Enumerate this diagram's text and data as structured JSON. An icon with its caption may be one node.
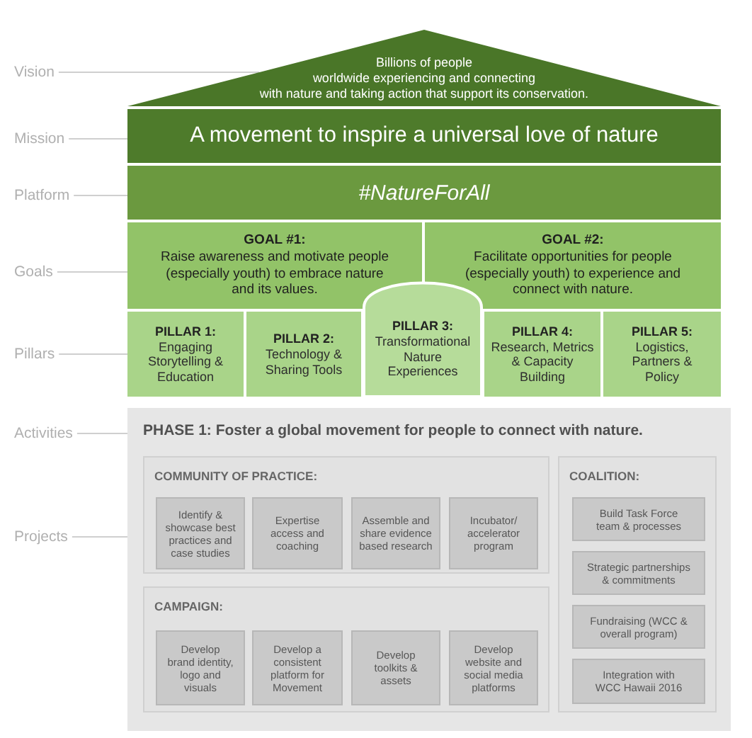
{
  "diagram": {
    "nodes": [
      {
        "text": [
          "Vision"
        ]
      },
      {
        "text": [
          "Billions of people worldwide experiencing and connecting with nature and taking action that support its conservation."
        ]
      },
      {
        "text": [
          "Mission"
        ]
      },
      {
        "text": [
          "A movement to inspire a universal love of nature"
        ]
      },
      {
        "text": [
          "Platform"
        ]
      },
      {
        "text": [
          "#NatureForAll"
        ]
      },
      {
        "text": [
          "Goals"
        ]
      },
      {
        "text": [
          "GOAL #1:",
          "Raise awareness and motivate people (especially youth) to embrace nature and its values."
        ]
      },
      {
        "text": [
          "GOAL #2:",
          "Facilitate opportunities for people (especially youth) to experience and connect with nature."
        ]
      },
      {
        "text": [
          "Pillars"
        ]
      },
      {
        "text": [
          "PILLAR 1:",
          "Engaging Storytelling & Education"
        ]
      },
      {
        "text": [
          "PILLAR 2:",
          "Technology & Sharing Tools"
        ]
      },
      {
        "text": [
          "PILLAR 3:",
          "Transformational Nature Experiences"
        ]
      },
      {
        "text": [
          "PILLAR 4:",
          "Research, Metrics & Capacity Building"
        ]
      },
      {
        "text": [
          "PILLAR 5:",
          "Logistics, Partners & Policy"
        ]
      },
      {
        "text": [
          "Activities"
        ]
      },
      {
        "text": [
          "Projects"
        ]
      },
      {
        "text": [
          "PHASE 1: Foster a global movement for people to connect with nature."
        ]
      },
      {
        "text": [
          "COMMUNITY OF PRACTICE:"
        ],
        "in": 17
      },
      {
        "text": [
          "Identify & showcase best practices and case studies"
        ],
        "in": 18
      },
      {
        "text": [
          "Expertise access and coaching"
        ],
        "in": 18
      },
      {
        "text": [
          "Assemble and share evidence based research"
        ],
        "in": 18
      },
      {
        "text": [
          "Incubator/ accelerator program"
        ],
        "in": 18
      },
      {
        "text": [
          "CAMPAIGN:"
        ],
        "in": 17
      },
      {
        "text": [
          "Develop brand identity, logo and visuals"
        ],
        "in": 23
      },
      {
        "text": [
          "Develop a consistent platform for Movement"
        ],
        "in": 23
      },
      {
        "text": [
          "Develop toolkits & assets"
        ],
        "in": 23
      },
      {
        "text": [
          "Develop website and social media platforms"
        ],
        "in": 23
      },
      {
        "text": [
          "COALITION:"
        ],
        "in": 17
      },
      {
        "text": [
          "Build Task Force team & processes"
        ],
        "in": 28
      },
      {
        "text": [
          "Strategic partnerships & commitments"
        ],
        "in": 28
      },
      {
        "text": [
          "Fundraising (WCC & overall program)"
        ],
        "in": 28
      },
      {
        "text": [
          "Integration with WCC Hawaii 2016"
        ],
        "in": 28
      }
    ],
    "edges": [
      {
        "from": 0,
        "to": 1,
        "arrow": "none"
      },
      {
        "from": 2,
        "to": 3,
        "arrow": "none"
      },
      {
        "from": 4,
        "to": 5,
        "arrow": "none"
      },
      {
        "from": 6,
        "to": 7,
        "arrow": "none"
      },
      {
        "from": 9,
        "to": 10,
        "arrow": "none"
      },
      {
        "from": 15,
        "to": 17,
        "arrow": "none"
      },
      {
        "from": 16,
        "to": 17,
        "arrow": "none"
      }
    ]
  }
}
